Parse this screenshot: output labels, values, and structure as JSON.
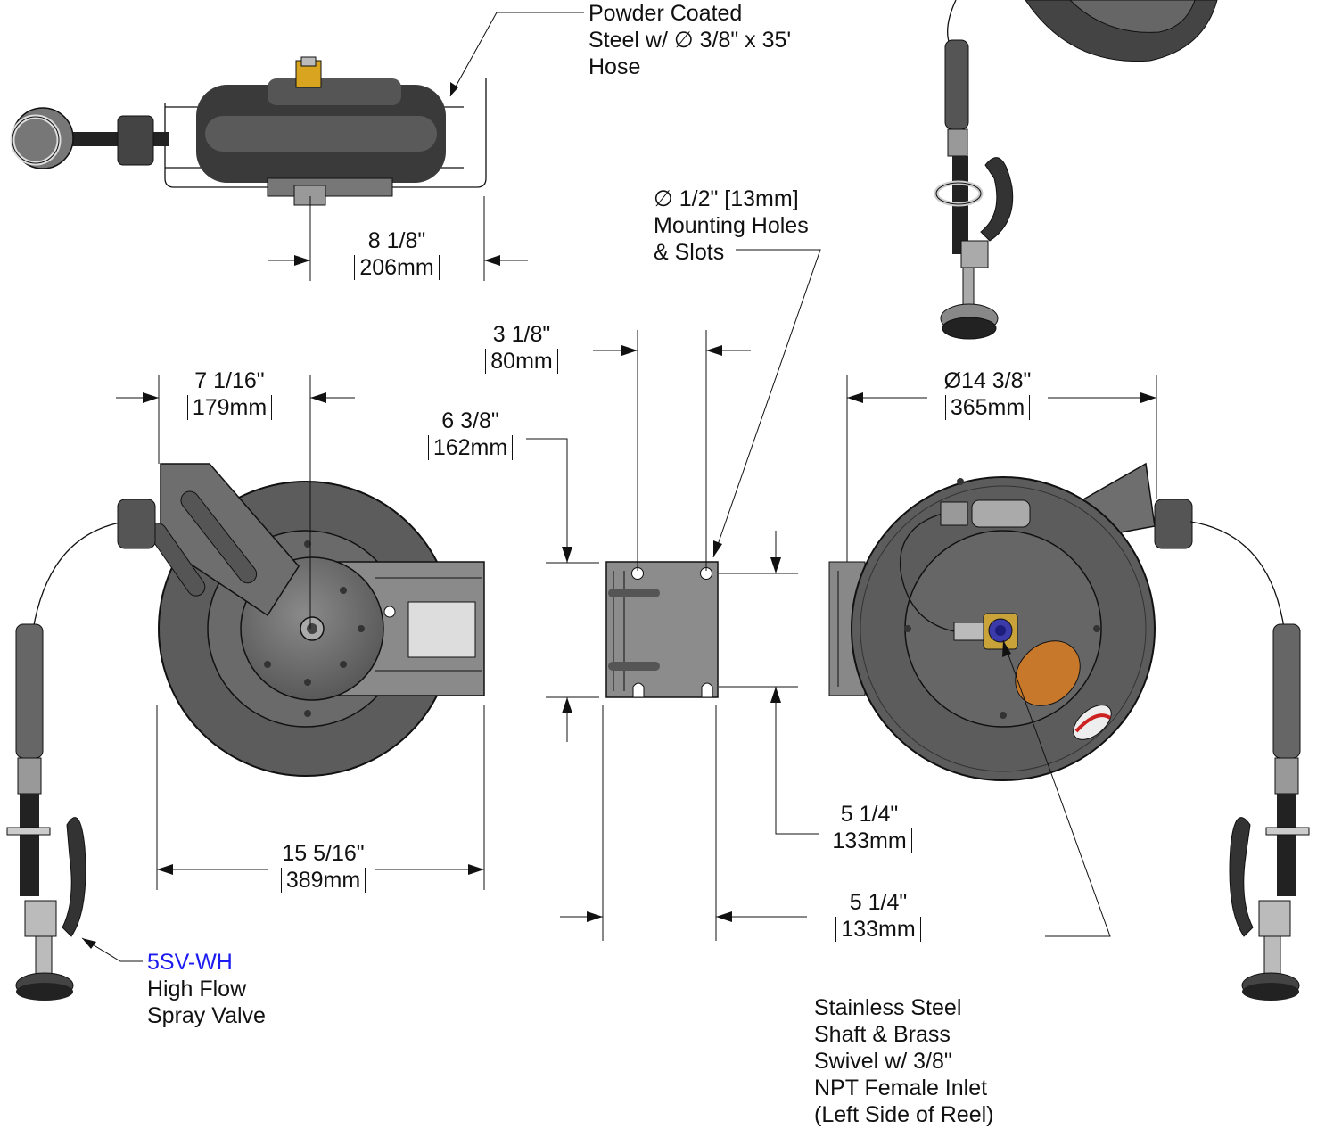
{
  "callouts": {
    "hose": [
      "Powder Coated",
      "Steel w/  ∅ 3/8\" x 35'",
      "Hose"
    ],
    "holes": [
      "∅ 1/2\" [13mm]",
      "Mounting Holes",
      "& Slots"
    ],
    "valve_model": "5SV-WH",
    "valve": [
      "High Flow",
      "Spray Valve"
    ],
    "shaft": [
      "Stainless Steel",
      "Shaft & Brass",
      "Swivel w/ 3/8\"",
      "NPT Female Inlet",
      "(Left Side of Reel)"
    ]
  },
  "dimensions": {
    "top_depth": {
      "imperial": "8 1/8\"",
      "metric": "206mm"
    },
    "hub_offset": {
      "imperial": "7 1/16\"",
      "metric": "179mm"
    },
    "overall_width": {
      "imperial": "15 5/16\"",
      "metric": "389mm"
    },
    "hole_spacing": {
      "imperial": "3 1/8\"",
      "metric": "80mm"
    },
    "bracket_height": {
      "imperial": "6 3/8\"",
      "metric": "162mm"
    },
    "slot_vertical": {
      "imperial": "5 1/4\"",
      "metric": "133mm"
    },
    "slot_horizontal": {
      "imperial": "5 1/4\"",
      "metric": "133mm"
    },
    "reel_diameter": {
      "imperial": "Ø14 3/8\"",
      "metric": "365mm"
    }
  },
  "colors": {
    "accent_blue": "#1c1cf0",
    "reel_gray": "#6e6e6e",
    "label_orange": "#c8782a",
    "brass": "#d9a520"
  }
}
